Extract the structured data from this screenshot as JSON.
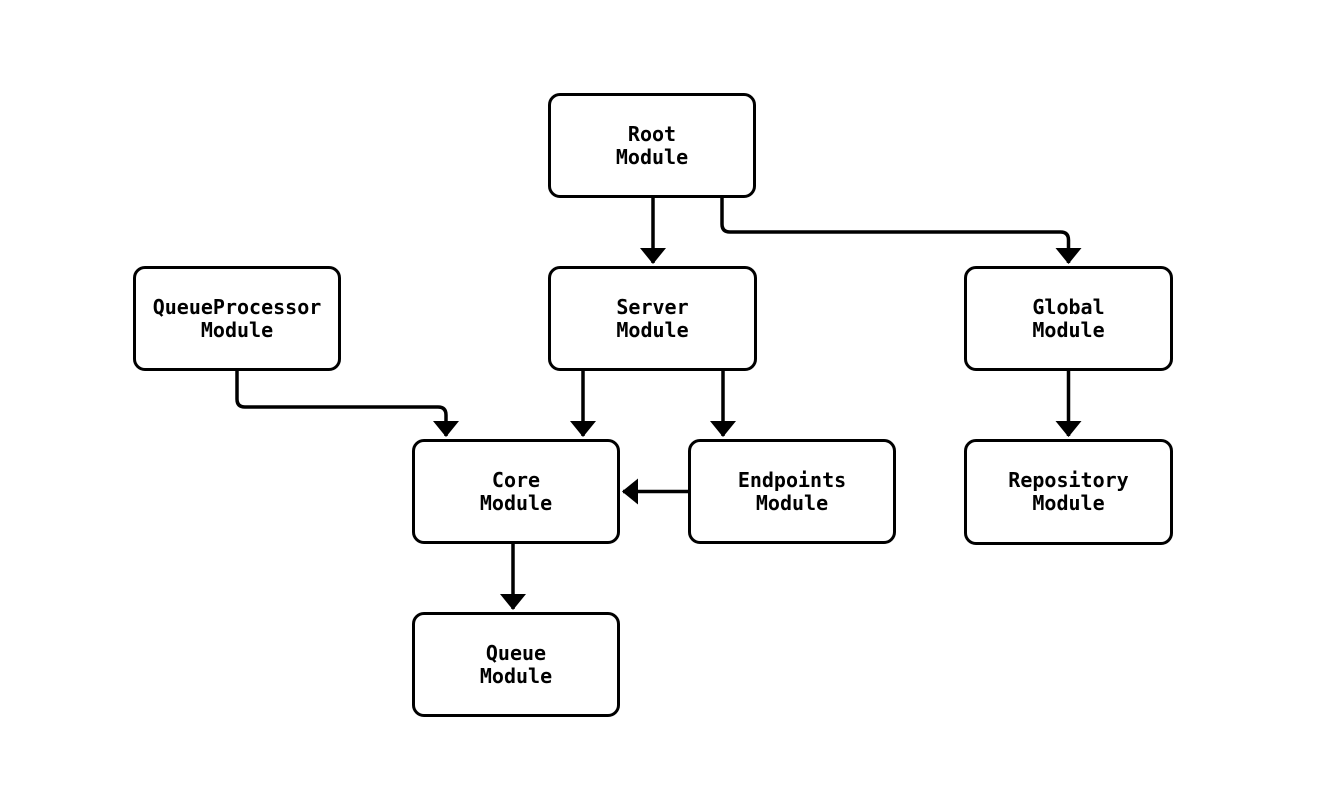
{
  "diagram": {
    "type": "flowchart",
    "nodes": [
      {
        "id": "root",
        "lines": [
          "Root",
          "Module"
        ],
        "label": "Root Module"
      },
      {
        "id": "queueprocessor",
        "lines": [
          "QueueProcessor",
          "Module"
        ],
        "label": "QueueProcessor Module"
      },
      {
        "id": "server",
        "lines": [
          "Server",
          "Module"
        ],
        "label": "Server Module"
      },
      {
        "id": "global",
        "lines": [
          "Global",
          "Module"
        ],
        "label": "Global Module"
      },
      {
        "id": "core",
        "lines": [
          "Core",
          "Module"
        ],
        "label": "Core Module"
      },
      {
        "id": "endpoints",
        "lines": [
          "Endpoints",
          "Module"
        ],
        "label": "Endpoints Module"
      },
      {
        "id": "repository",
        "lines": [
          "Repository",
          "Module"
        ],
        "label": "Repository Module"
      },
      {
        "id": "queue",
        "lines": [
          "Queue",
          "Module"
        ],
        "label": "Queue Module"
      }
    ],
    "edges": [
      {
        "from": "root",
        "to": "server"
      },
      {
        "from": "root",
        "to": "global"
      },
      {
        "from": "queueprocessor",
        "to": "core"
      },
      {
        "from": "server",
        "to": "core"
      },
      {
        "from": "server",
        "to": "endpoints"
      },
      {
        "from": "endpoints",
        "to": "core"
      },
      {
        "from": "global",
        "to": "repository"
      },
      {
        "from": "core",
        "to": "queue"
      }
    ],
    "colors": {
      "background": "#ffffff",
      "node_fill": "#ffffff",
      "node_border": "#000000",
      "edge": "#000000",
      "text": "#000000"
    }
  }
}
